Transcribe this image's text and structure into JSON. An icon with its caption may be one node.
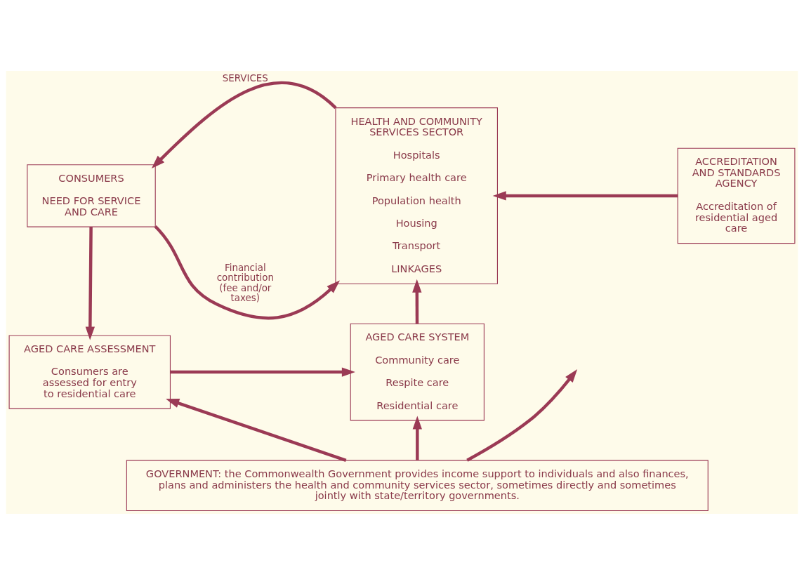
{
  "diagram": {
    "nodes": [
      {
        "text": [
          "CONSUMERS",
          "NEED FOR SERVICE AND CARE"
        ]
      },
      {
        "text": [
          "HEALTH AND COMMUNITY SERVICES SECTOR",
          "Hospitals",
          "Primary health care",
          "Population health",
          "Housing",
          "Transport",
          "LINKAGES"
        ]
      },
      {
        "text": [
          "ACCREDITATION AND STANDARDS AGENCY",
          "Accreditation of residential aged care"
        ]
      },
      {
        "text": [
          "AGED CARE ASSESSMENT",
          "Consumers are assessed for entry to residential care"
        ]
      },
      {
        "text": [
          "AGED CARE SYSTEM",
          "Community care",
          "Respite care",
          "Residential care"
        ]
      },
      {
        "text": [
          "GOVERNMENT: the Commonwealth Government provides income support to individuals and also finances, plans and administers the health and community services sector, sometimes directly and sometimes jointly with state/territory governments."
        ]
      }
    ],
    "edges": [
      {
        "from": 1,
        "to": 0,
        "arrow": "to",
        "label": "SERVICES"
      },
      {
        "from": 0,
        "to": 1,
        "arrow": "to",
        "label": "Financial contribution (fee and/or taxes)"
      },
      {
        "from": 2,
        "to": 1,
        "arrow": "to"
      },
      {
        "from": 0,
        "to": 3,
        "arrow": "to"
      },
      {
        "from": 3,
        "to": 4,
        "arrow": "to"
      },
      {
        "from": 4,
        "to": 1,
        "arrow": "to"
      },
      {
        "from": 5,
        "to": 3,
        "arrow": "to"
      },
      {
        "from": 5,
        "to": 4,
        "arrow": "to"
      },
      {
        "from": 5,
        "to": null,
        "arrow": "to"
      }
    ]
  }
}
